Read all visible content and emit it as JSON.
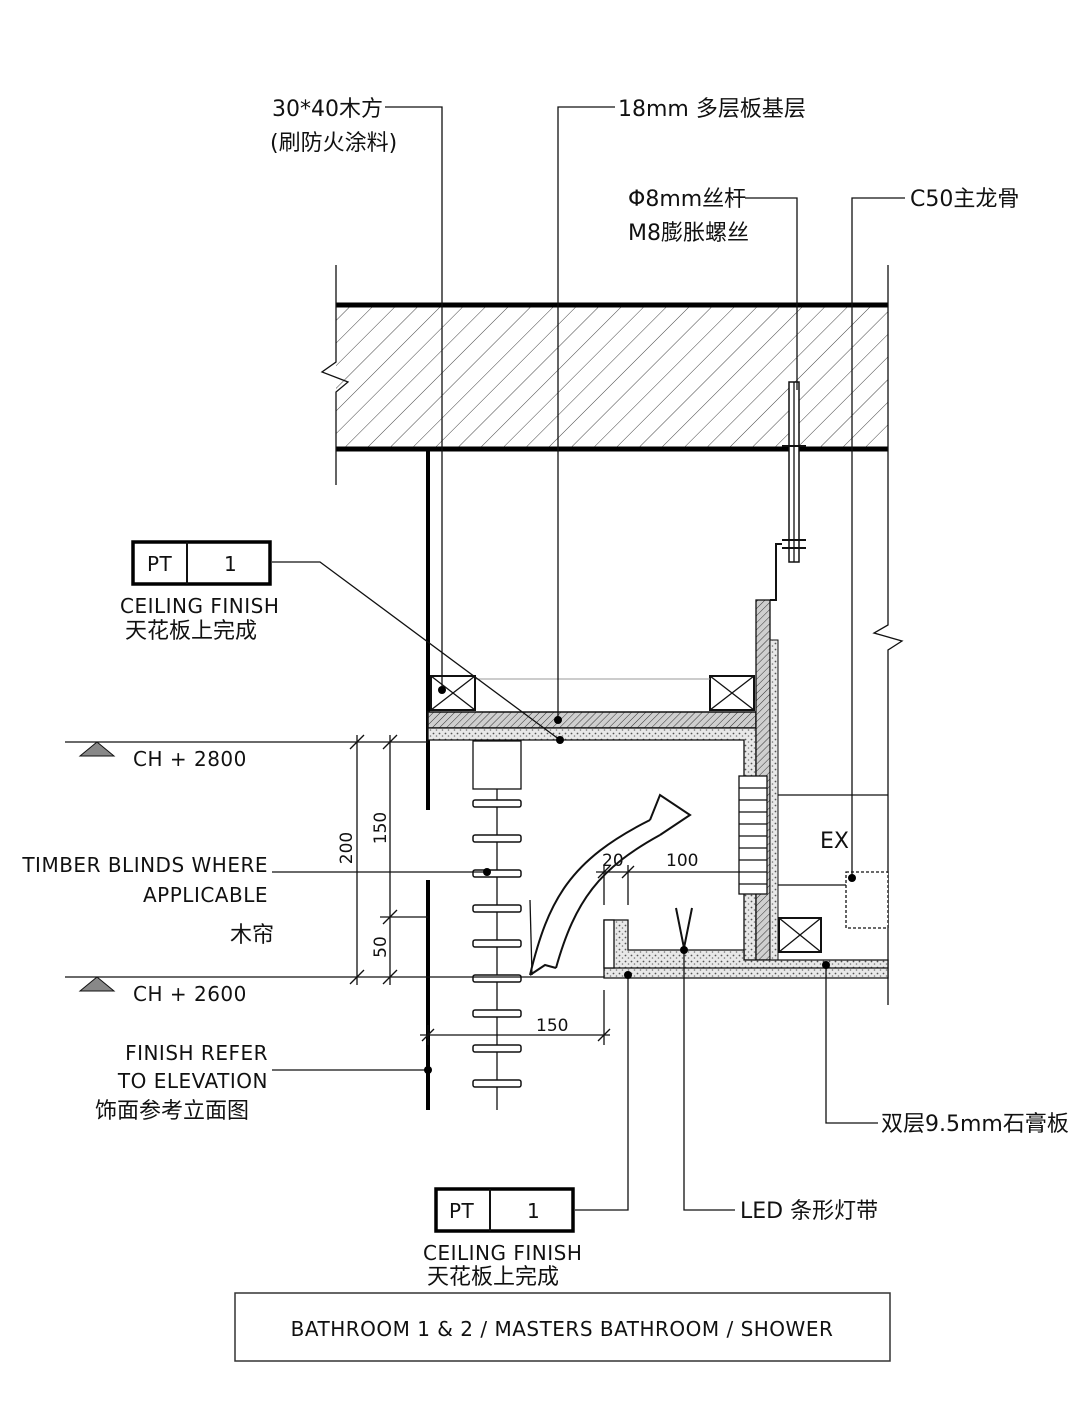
{
  "labels": {
    "timber_top": "30*40木方",
    "timber_sub": "(刷防火涂料)",
    "plywood": "18mm 多层板基层",
    "rod": "Φ8mm丝杆",
    "bolt": "M8膨胀螺丝",
    "main_keel": "C50主龙骨",
    "gypsum": "双层9.5mm石膏板",
    "led": "LED 条形灯带",
    "blinds_en_1": "TIMBER BLINDS WHERE",
    "blinds_en_2": "APPLICABLE",
    "blinds_cn": "木帘",
    "finish_en_1": "FINISH REFER",
    "finish_en_2": "TO ELEVATION",
    "finish_cn": "饰面参考立面图",
    "ex": "EX"
  },
  "tags": {
    "tag1": {
      "code": "PT",
      "num": "1",
      "en": "CEILING FINISH",
      "cn": "天花板上完成"
    },
    "tag2": {
      "code": "PT",
      "num": "1",
      "en": "CEILING FINISH",
      "cn": "天花板上完成"
    }
  },
  "levels": {
    "upper": "CH + 2800",
    "lower": "CH + 2600"
  },
  "dimensions": {
    "d200": "200",
    "d150v": "150",
    "d50": "50",
    "d20": "20",
    "d100": "100",
    "d150h": "150"
  },
  "title": "BATHROOM 1 & 2 / MASTERS BATHROOM / SHOWER"
}
